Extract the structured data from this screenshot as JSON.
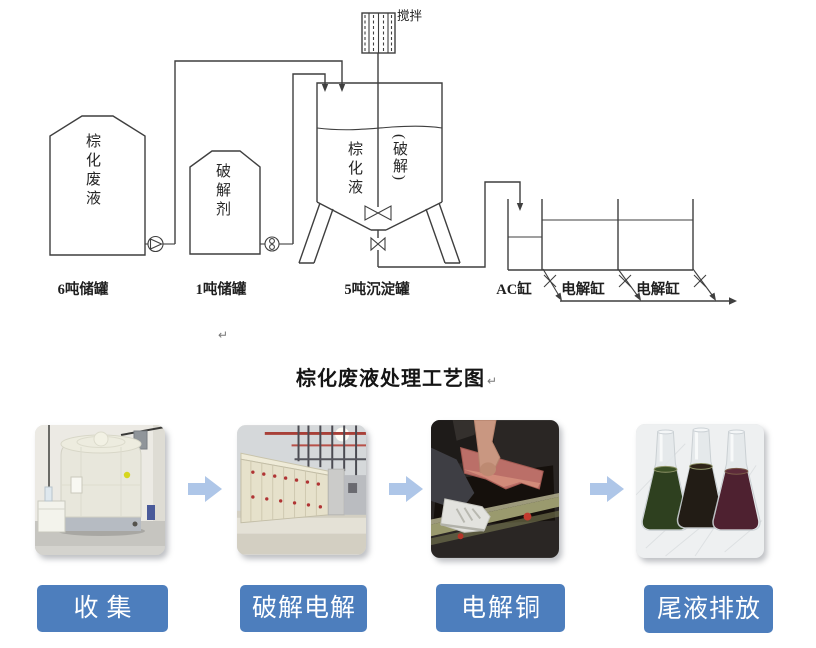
{
  "title": {
    "text": "棕化废液处理工艺图",
    "pilcrow": "↵"
  },
  "stray_pilcrow": "↵",
  "diagram": {
    "stirrer_label": "搅拌",
    "tanks": [
      {
        "body_label": "棕化废液",
        "caption": "6吨储罐"
      },
      {
        "body_label": "破解剂",
        "caption": "1吨储罐"
      },
      {
        "body_label_left": "棕化液",
        "body_label_right": "(破解)",
        "caption": "5吨沉淀罐"
      }
    ],
    "cells": [
      {
        "caption": "AC缸"
      },
      {
        "caption": "电解缸"
      },
      {
        "caption": "电解缸"
      }
    ]
  },
  "steps": [
    {
      "label": "收集",
      "photo_subject": "white plastic storage tank"
    },
    {
      "label": "破解电解",
      "photo_subject": "electrolysis tank line"
    },
    {
      "label": "电解铜",
      "photo_subject": "copper sheet pulled from tank"
    },
    {
      "label": "尾液排放",
      "photo_subject": "three flasks of treated liquid"
    }
  ],
  "icons": {
    "flow_arrow": "right-block-arrow",
    "valve": "x-valve",
    "pump": "circle-pump"
  },
  "colors": {
    "step_box": "#4d7ebd",
    "flow_arrow": "#aec6e8",
    "diagram_line": "#3f3f3f"
  }
}
